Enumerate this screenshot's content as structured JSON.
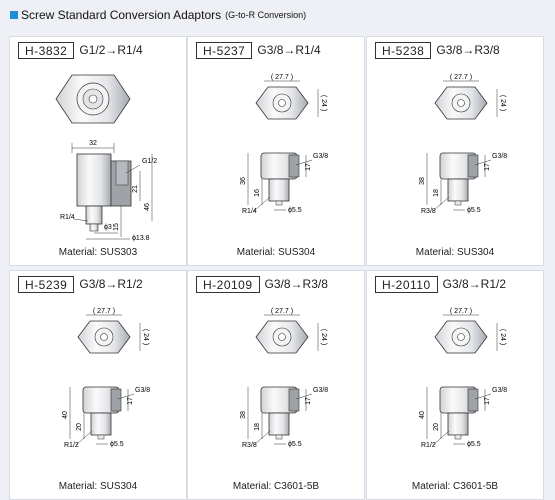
{
  "header": {
    "title": "Screw Standard Conversion Adaptors",
    "subtitle": "(G-to-R Conversion)"
  },
  "material_label": "Material:",
  "arrow": "→",
  "panels": [
    {
      "code": "H-3832",
      "from": "G1/2",
      "to": "R1/4",
      "material": "SUS303",
      "dims": {
        "width": "32",
        "thread_top": "G1/2",
        "d1": "21",
        "d2": "46",
        "d3": "15",
        "thread_bottom": "R1/4",
        "phi_small": "ϕ3",
        "phi_large": "ϕ13.8"
      }
    },
    {
      "code": "H-5237",
      "from": "G3/8",
      "to": "R1/4",
      "material": "SUS304",
      "dims": {
        "hex_w": "( 27.7 )",
        "hex_h": "( 24 )",
        "thread_top": "G3/8",
        "d1": "17",
        "d2": "36",
        "d3": "16",
        "thread_bottom": "R1/4",
        "phi": "ϕ5.5"
      }
    },
    {
      "code": "H-5238",
      "from": "G3/8",
      "to": "R3/8",
      "material": "SUS304",
      "dims": {
        "hex_w": "( 27.7 )",
        "hex_h": "( 24 )",
        "thread_top": "G3/8",
        "d1": "17",
        "d2": "38",
        "d3": "18",
        "thread_bottom": "R3/8",
        "phi": "ϕ5.5"
      }
    },
    {
      "code": "H-5239",
      "from": "G3/8",
      "to": "R1/2",
      "material": "SUS304",
      "dims": {
        "hex_w": "( 27.7 )",
        "hex_h": "( 24 )",
        "thread_top": "G3/8",
        "d1": "17",
        "d2": "40",
        "d3": "20",
        "thread_bottom": "R1/2",
        "phi": "ϕ5.5"
      }
    },
    {
      "code": "H-20109",
      "from": "G3/8",
      "to": "R3/8",
      "material": "C3601-5B",
      "dims": {
        "hex_w": "( 27.7 )",
        "hex_h": "( 24 )",
        "thread_top": "G3/8",
        "d1": "17",
        "d2": "38",
        "d3": "18",
        "thread_bottom": "R3/8",
        "phi": "ϕ5.5"
      }
    },
    {
      "code": "H-20110",
      "from": "G3/8",
      "to": "R1/2",
      "material": "C3601-5B",
      "dims": {
        "hex_w": "( 27.7 )",
        "hex_h": "( 24 )",
        "thread_top": "G3/8",
        "d1": "17",
        "d2": "40",
        "d3": "20",
        "thread_bottom": "R1/2",
        "phi": "ϕ5.5"
      }
    }
  ]
}
